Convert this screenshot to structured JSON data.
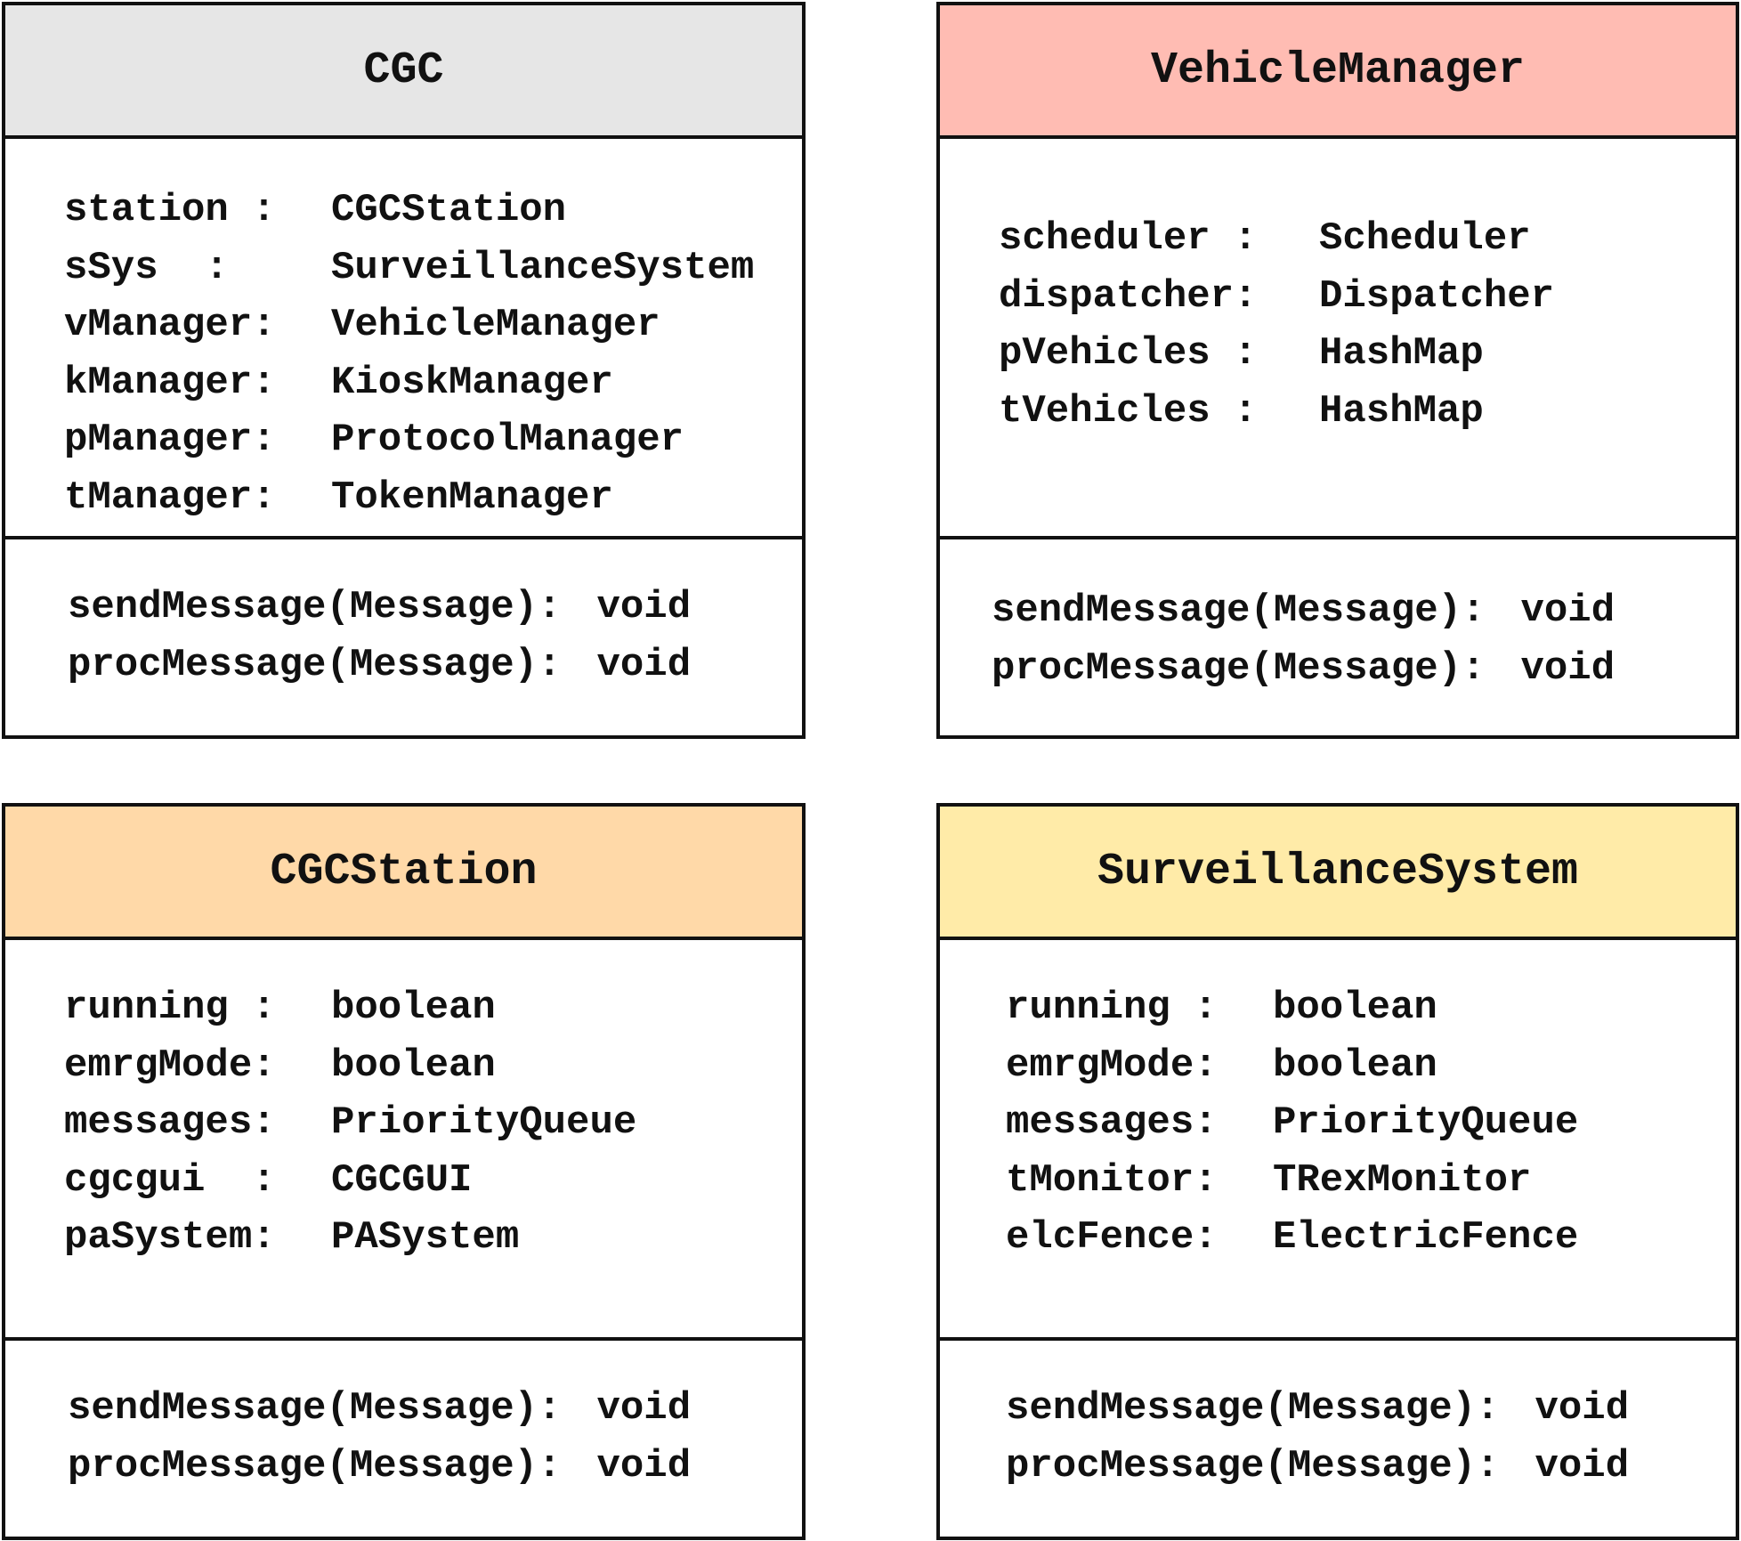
{
  "classes": {
    "cgc": {
      "name": "CGC",
      "header_color": "#e6e6e6",
      "attributes": [
        {
          "name": "station :",
          "type": "CGCStation"
        },
        {
          "name": "sSys  :",
          "type": "SurveillanceSystem"
        },
        {
          "name": "vManager:",
          "type": "VehicleManager"
        },
        {
          "name": "kManager:",
          "type": "KioskManager"
        },
        {
          "name": "pManager:",
          "type": "ProtocolManager"
        },
        {
          "name": "tManager:",
          "type": "TokenManager"
        }
      ],
      "methods": [
        {
          "signature": "sendMessage(Message):",
          "returns": "void"
        },
        {
          "signature": "procMessage(Message):",
          "returns": "void"
        }
      ]
    },
    "vehicle_manager": {
      "name": "VehicleManager",
      "header_color": "#ffbcb3",
      "attributes": [
        {
          "name": "scheduler :",
          "type": "Scheduler"
        },
        {
          "name": "dispatcher:",
          "type": "Dispatcher"
        },
        {
          "name": "pVehicles :",
          "type": "HashMap"
        },
        {
          "name": "tVehicles :",
          "type": "HashMap"
        }
      ],
      "methods": [
        {
          "signature": "sendMessage(Message):",
          "returns": "void"
        },
        {
          "signature": "procMessage(Message):",
          "returns": "void"
        }
      ]
    },
    "cgc_station": {
      "name": "CGCStation",
      "header_color": "#ffd9a8",
      "attributes": [
        {
          "name": "running :",
          "type": "boolean"
        },
        {
          "name": "emrgMode:",
          "type": "boolean"
        },
        {
          "name": "messages:",
          "type": "PriorityQueue"
        },
        {
          "name": "cgcgui  :",
          "type": "CGCGUI"
        },
        {
          "name": "paSystem:",
          "type": "PASystem"
        }
      ],
      "methods": [
        {
          "signature": "sendMessage(Message):",
          "returns": "void"
        },
        {
          "signature": "procMessage(Message):",
          "returns": "void"
        }
      ]
    },
    "surveillance_system": {
      "name": "SurveillanceSystem",
      "header_color": "#ffeba8",
      "attributes": [
        {
          "name": "running :",
          "type": "boolean"
        },
        {
          "name": "emrgMode:",
          "type": "boolean"
        },
        {
          "name": "messages:",
          "type": "PriorityQueue"
        },
        {
          "name": "tMonitor:",
          "type": "TRexMonitor"
        },
        {
          "name": "elcFence:",
          "type": "ElectricFence"
        }
      ],
      "methods": [
        {
          "signature": "sendMessage(Message):",
          "returns": "void"
        },
        {
          "signature": "procMessage(Message):",
          "returns": "void"
        }
      ]
    }
  }
}
